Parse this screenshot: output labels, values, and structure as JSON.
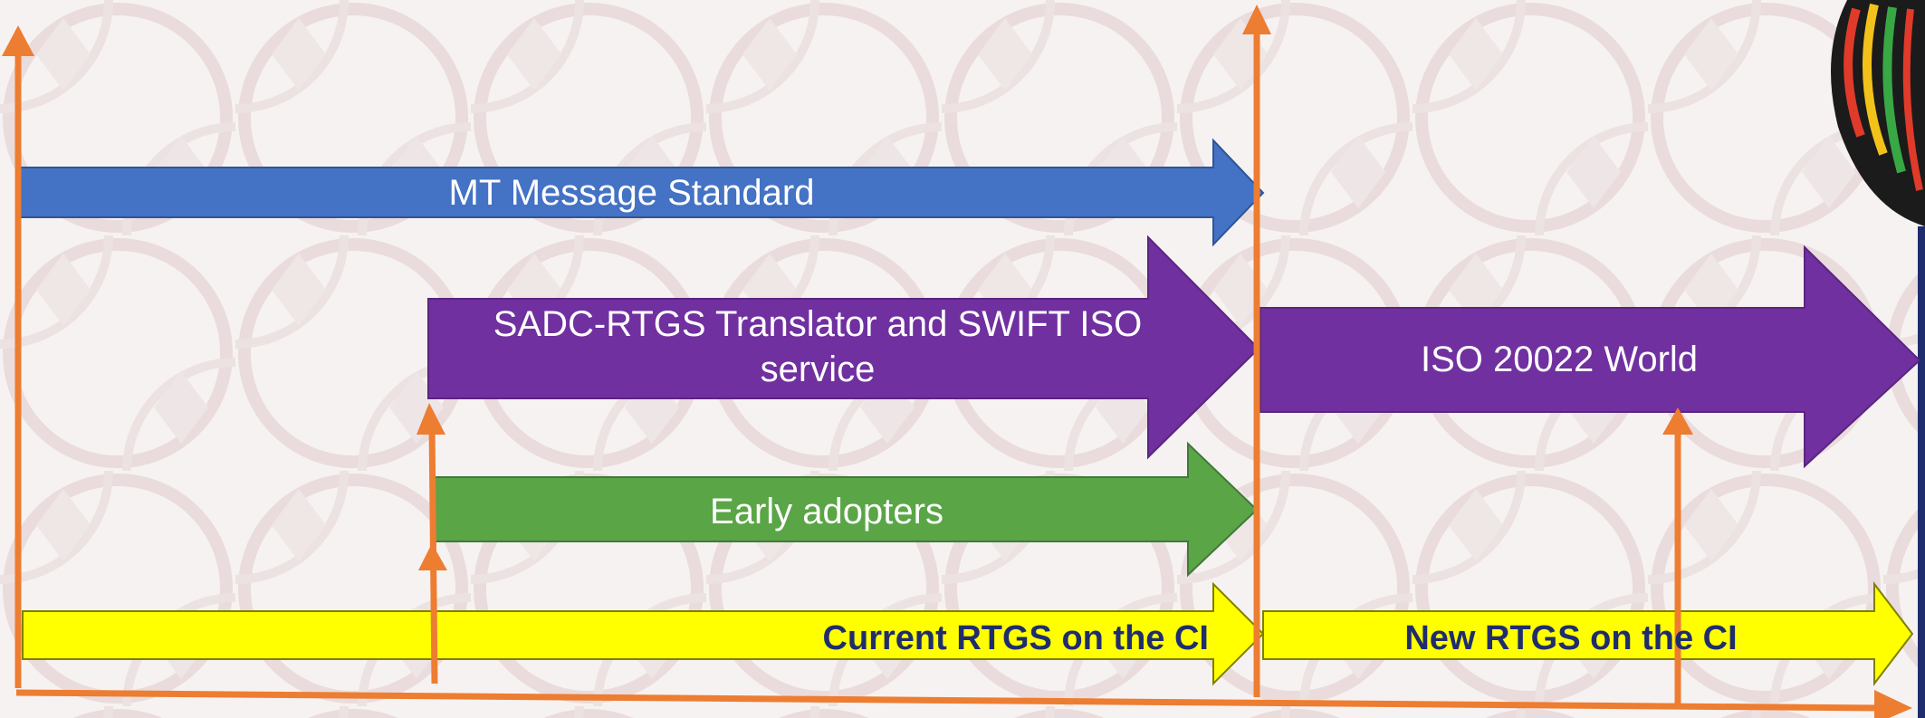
{
  "diagram": {
    "colors": {
      "mt": "#4472c4",
      "purple": "#7030a0",
      "green": "#5aa546",
      "yellow": "#ffff00",
      "orange": "#ed7d31",
      "dark_text": "#1f2d6e"
    },
    "arrows": {
      "mt_standard": "MT Message Standard",
      "translator": "SADC-RTGS Translator and SWIFT ISO\nservice",
      "iso_world": "ISO 20022  World",
      "early_adopters": "Early adopters",
      "current_rtgs": "Current RTGS on the CI",
      "new_rtgs": "New RTGS on the CI"
    }
  }
}
